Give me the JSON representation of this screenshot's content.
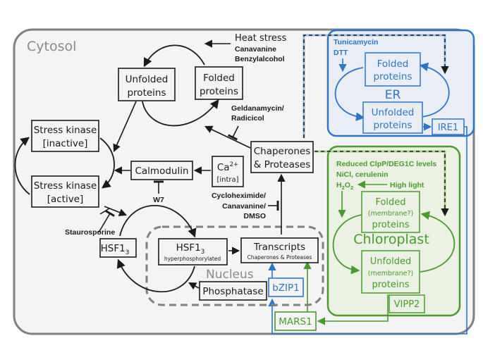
{
  "colors": {
    "black": "#1a1a1a",
    "gray": "#808080",
    "cytosol_fill": "#f4f4f4",
    "blue": "#2e75c6",
    "blue_fill": "#e9eef6",
    "green": "#4a9a2e",
    "green_fill": "#ebf2e4"
  },
  "compartments": {
    "cytosol": "Cytosol",
    "nucleus": "Nucleus",
    "er": "ER",
    "chloroplast": "Chloroplast"
  },
  "cytosol_nodes": {
    "unfolded_proteins": [
      "Unfolded",
      "proteins"
    ],
    "folded_proteins": [
      "Folded",
      "proteins"
    ],
    "stress_kinase_inactive": [
      "Stress kinase",
      "[inactive]"
    ],
    "stress_kinase_active": [
      "Stress kinase",
      "[active]"
    ],
    "calmodulin": "Calmodulin",
    "calcium": {
      "base": "Ca",
      "sup": "2+",
      "sub": "[intra]"
    },
    "chaperones": [
      "Chaperones",
      "& Proteases"
    ],
    "hsf1": {
      "base": "HSF1",
      "sub": "3"
    },
    "hsf1_hyper": {
      "base": "HSF1",
      "sub": "3",
      "note": "hyperphosphorylated"
    },
    "transcripts": {
      "title": "Transcripts",
      "note": "Chaperones & Proteases"
    },
    "phosphatase": "Phosphatase",
    "bzip1": "bZIP1",
    "mars1": "MARS1"
  },
  "stressors": {
    "heat": "Heat stress",
    "heat_extra": [
      "Canavanine",
      "Benzylalcohol"
    ],
    "geldanamycin": [
      "Geldanamycin/",
      "Radicicol"
    ],
    "cycloheximide": [
      "Cycloheximide/",
      "Canavanine/",
      "DMSO"
    ],
    "w7": "W7",
    "staurosporine": "Staurosporine",
    "er_stress": [
      "Tunicamycin",
      "DTT"
    ],
    "chloro_stress": [
      "Reduced ClpP/DEG1C levels",
      "NiCl, cerulenin"
    ],
    "h2o2": {
      "h": "H",
      "sub1": "2",
      "o": "O",
      "sub2": "2"
    },
    "high_light": "High light"
  },
  "er_nodes": {
    "folded": [
      "Folded",
      "proteins"
    ],
    "unfolded": [
      "Unfolded",
      "proteins"
    ],
    "ire1": "IRE1"
  },
  "chloroplast_nodes": {
    "folded": [
      "Folded",
      "(membrane?)",
      "proteins"
    ],
    "unfolded": [
      "Unfolded",
      "(membrane?)",
      "proteins"
    ],
    "vipp2": "VIPP2"
  }
}
